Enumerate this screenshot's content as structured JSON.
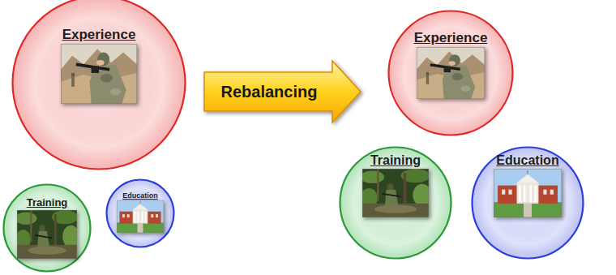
{
  "diagram": {
    "nodes": [
      {
        "text": [
          "Experience"
        ]
      },
      {
        "text": [
          "Training"
        ]
      },
      {
        "text": [
          "Education"
        ]
      },
      {
        "text": [
          "Rebalancing"
        ]
      },
      {
        "text": [
          "Experience"
        ]
      },
      {
        "text": [
          "Training"
        ]
      },
      {
        "text": [
          "Education"
        ]
      }
    ]
  }
}
